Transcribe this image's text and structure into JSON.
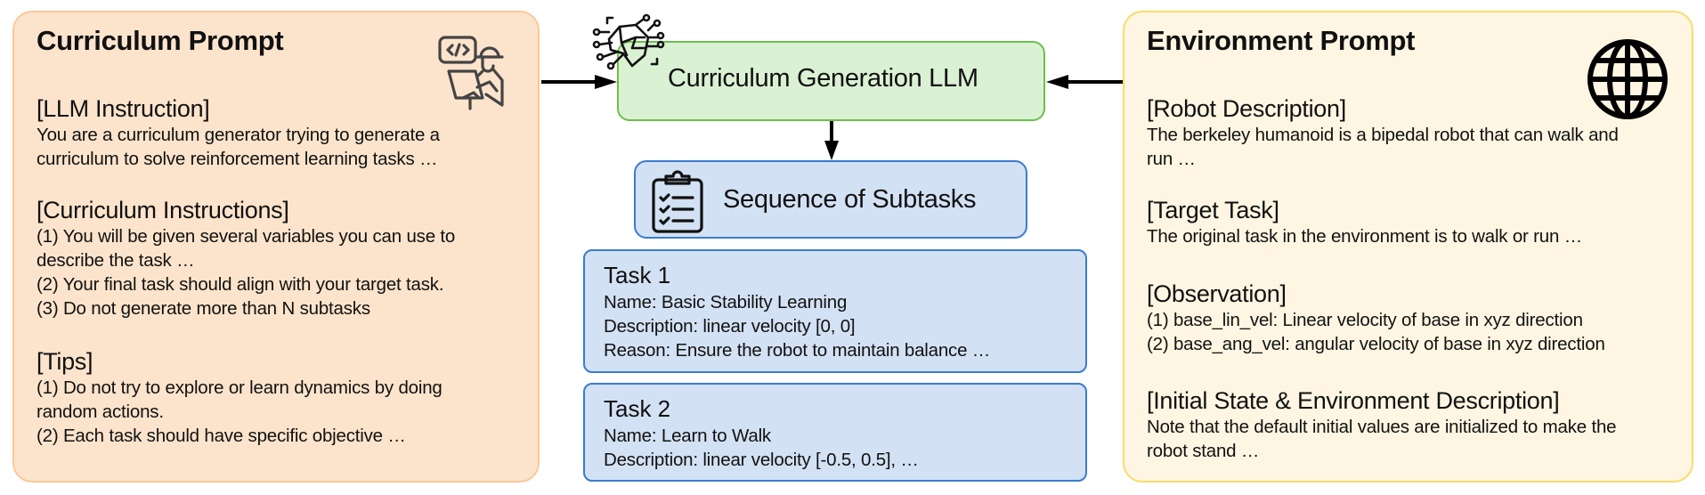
{
  "curriculum_prompt": {
    "title": "Curriculum Prompt",
    "icon": "developer-worker-icon",
    "sections": [
      {
        "heading": "[LLM Instruction]",
        "lines": [
          "You are a curriculum generator trying to generate a",
          "curriculum to solve reinforcement learning tasks …"
        ]
      },
      {
        "heading": "[Curriculum Instructions]",
        "lines": [
          "(1) You will be given several variables you can use to",
          "describe the task …",
          "(2) Your final task should align with your target task.",
          "(3) Do not generate more than N subtasks"
        ]
      },
      {
        "heading": "[Tips]",
        "lines": [
          "(1) Do not try to explore or learn dynamics by doing",
          "random actions.",
          "(2) Each task should have specific objective …"
        ]
      }
    ]
  },
  "llm": {
    "label": "Curriculum Generation LLM",
    "icon": "ai-brain-circuit-icon"
  },
  "subtasks": {
    "label": "Sequence of Subtasks",
    "icon": "clipboard-checklist-icon",
    "tasks": [
      {
        "title": "Task 1",
        "lines": [
          "Name: Basic Stability Learning",
          "Description: linear velocity [0, 0]",
          "Reason: Ensure the robot to maintain balance …"
        ]
      },
      {
        "title": "Task 2",
        "lines": [
          "Name: Learn to Walk",
          "Description: linear velocity [-0.5, 0.5],  …"
        ]
      }
    ]
  },
  "environment_prompt": {
    "title": "Environment Prompt",
    "icon": "globe-icon",
    "sections": [
      {
        "heading": "[Robot Description]",
        "lines": [
          "The berkeley humanoid is a bipedal robot that can walk and",
          "run …"
        ]
      },
      {
        "heading": "[Target Task]",
        "lines": [
          "The original task in the environment is to walk or run …"
        ]
      },
      {
        "heading": "[Observation]",
        "lines": [
          "(1) base_lin_vel: Linear velocity of base in xyz direction",
          "(2) base_ang_vel: angular velocity of base in xyz direction"
        ]
      },
      {
        "heading": "[Initial State & Environment Description]",
        "lines": [
          "Note that the default initial values are initialized to make the",
          "robot stand …"
        ]
      }
    ]
  },
  "colors": {
    "curriculum_fill": "#fce4cc",
    "curriculum_border": "#f9c897",
    "environment_fill": "#fef6e2",
    "environment_border": "#fcd96b",
    "llm_fill": "#dbf1d4",
    "llm_border": "#6cc04a",
    "task_fill": "#d3e1f4",
    "task_border": "#3b7bd0"
  }
}
